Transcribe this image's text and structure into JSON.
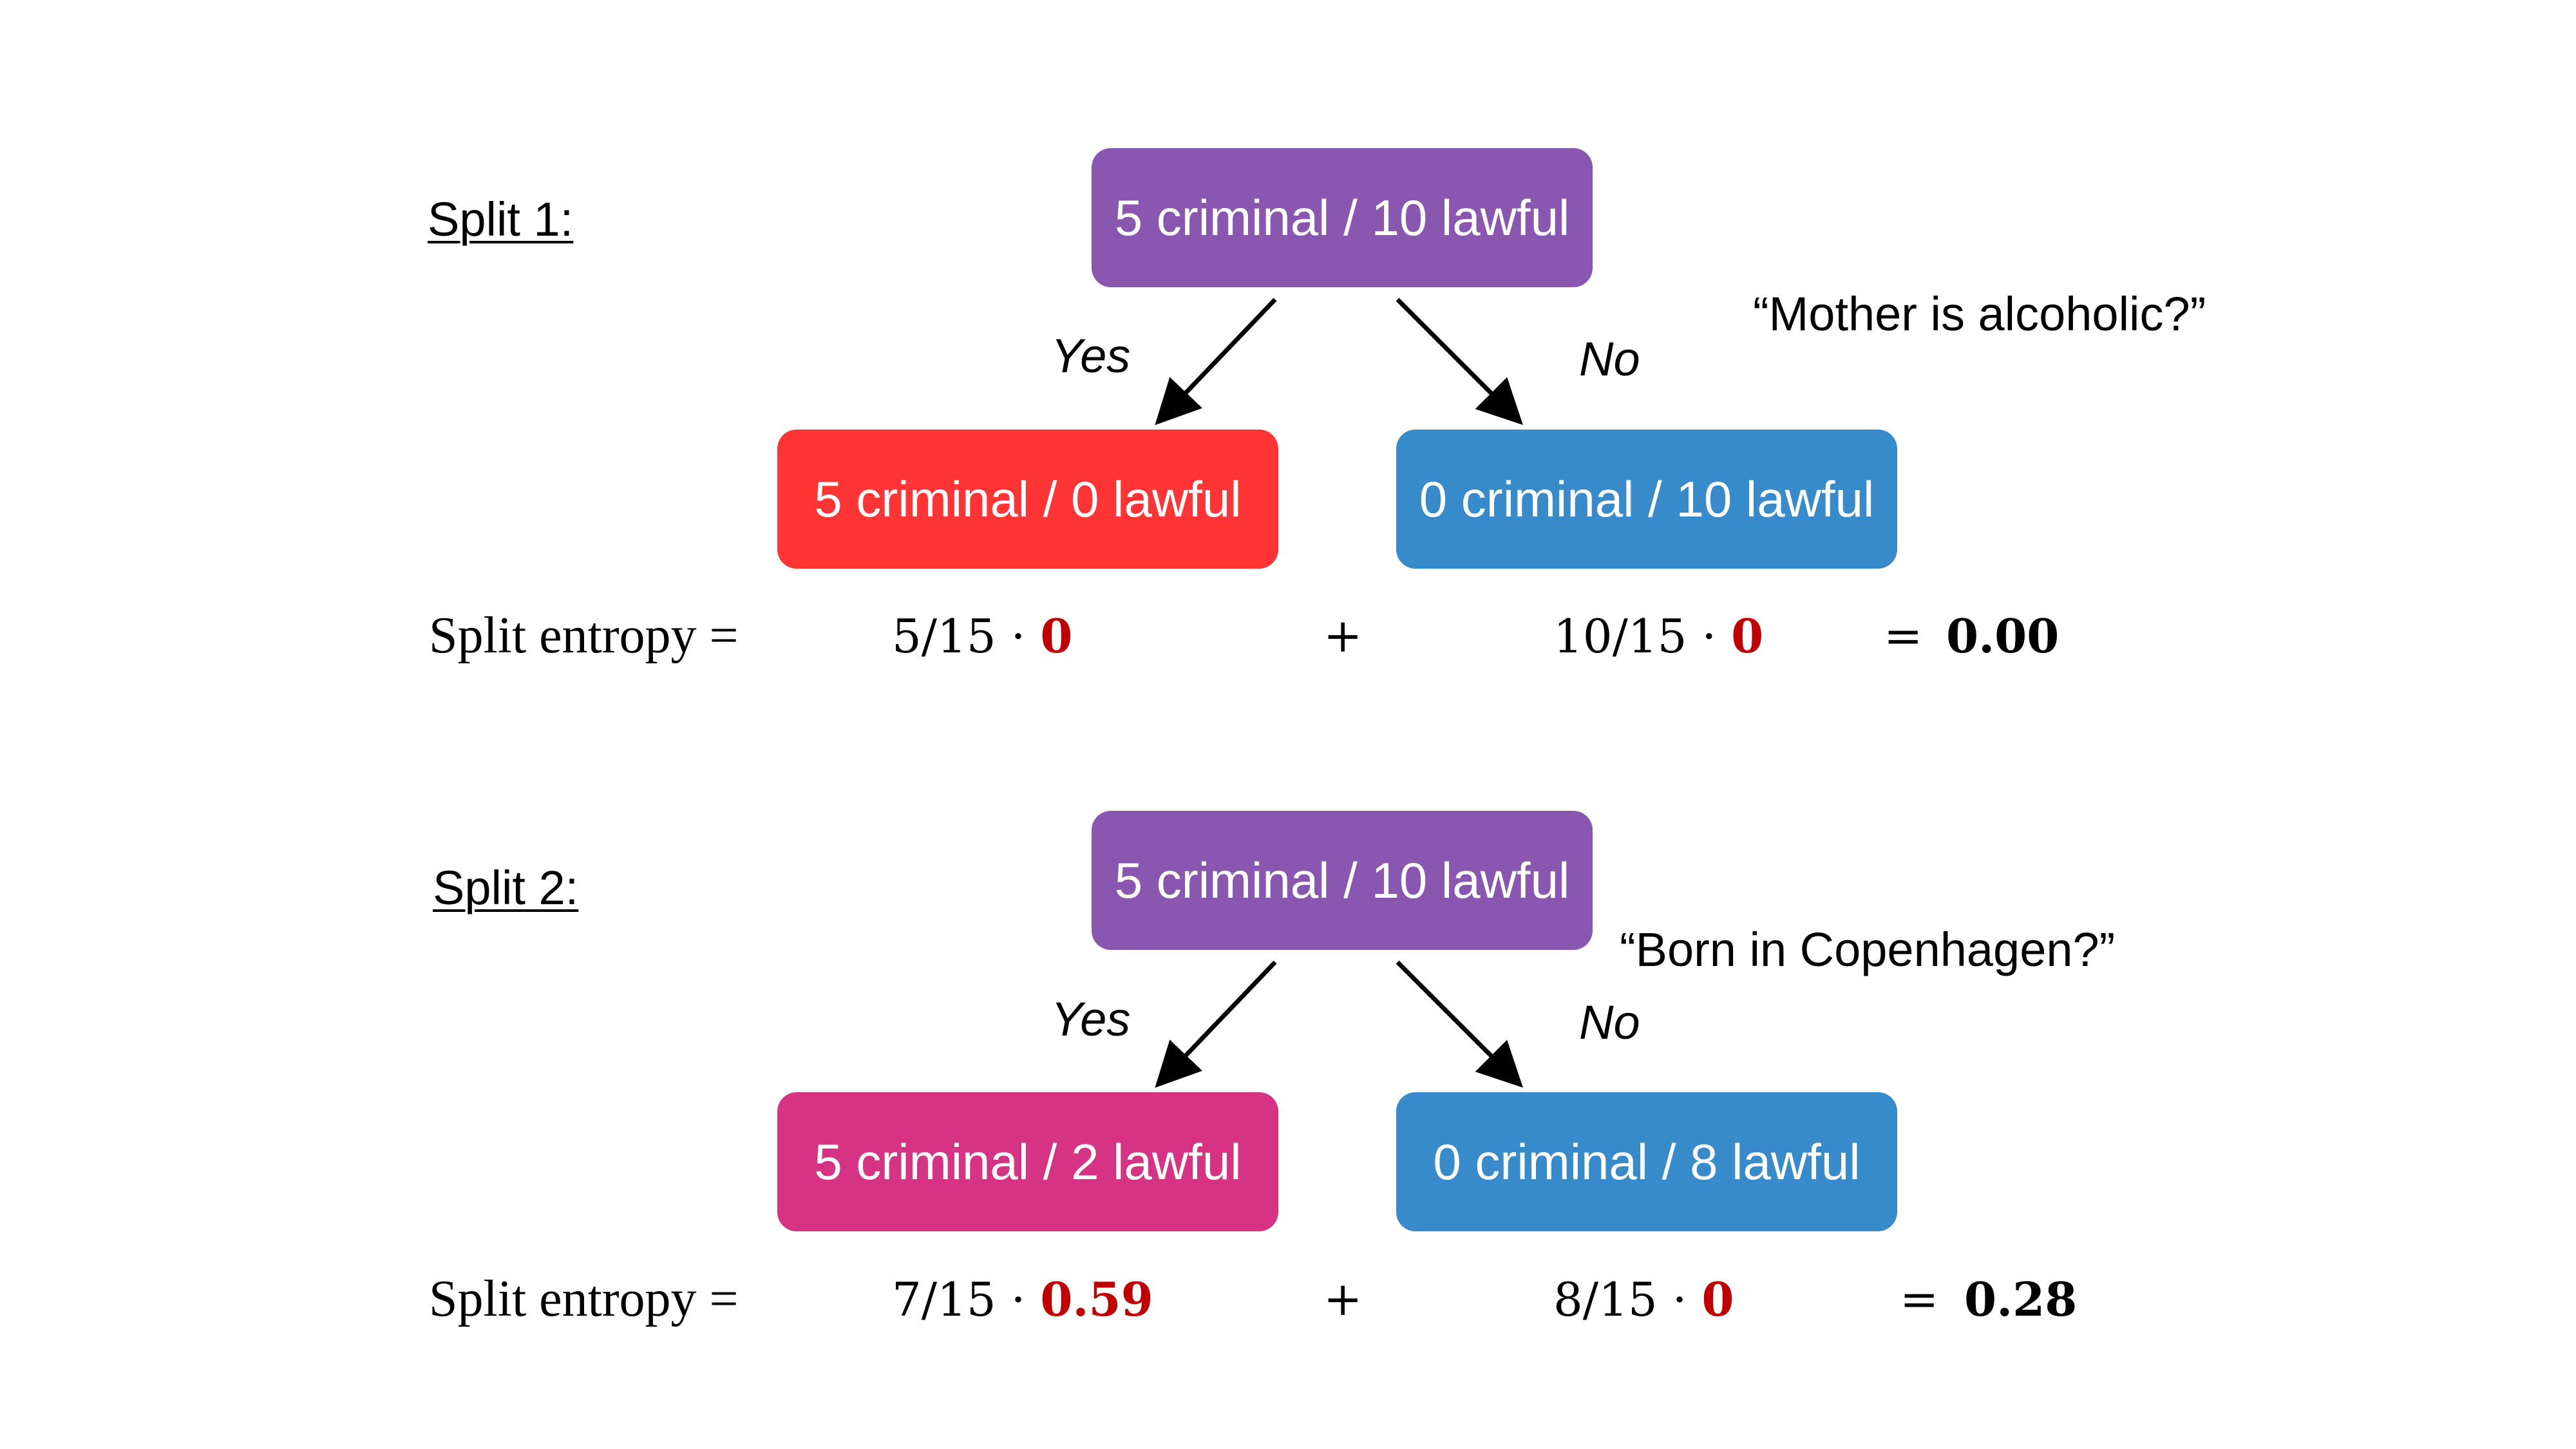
{
  "colors": {
    "root": "#8a57b0",
    "red_leaf": "#ff3535",
    "pink_leaf": "#d63384",
    "blue_leaf": "#378bcb",
    "entropy_value": "#c00000"
  },
  "splits": [
    {
      "label": "Split 1:",
      "question": "“Mother is alcoholic?”",
      "root": "5 criminal / 10 lawful",
      "yes_label": "Yes",
      "no_label": "No",
      "left_leaf": "5 criminal / 0 lawful",
      "right_leaf": "0 criminal / 10 lawful",
      "formula": {
        "lead": "Split entropy =",
        "left_weight": "5/15 ·",
        "left_entropy": "0",
        "plus": "+",
        "right_weight": "10/15 ·",
        "right_entropy": "0",
        "equals": "=",
        "result": "0.00"
      }
    },
    {
      "label": "Split 2:",
      "question": "“Born in Copenhagen?”",
      "root": "5 criminal / 10 lawful",
      "yes_label": "Yes",
      "no_label": "No",
      "left_leaf": "5 criminal / 2 lawful",
      "right_leaf": "0 criminal / 8 lawful",
      "formula": {
        "lead": "Split entropy =",
        "left_weight": "7/15 ·",
        "left_entropy": "0.59",
        "plus": "+",
        "right_weight": "8/15 ·",
        "right_entropy": "0",
        "equals": "=",
        "result": "0.28"
      }
    }
  ]
}
